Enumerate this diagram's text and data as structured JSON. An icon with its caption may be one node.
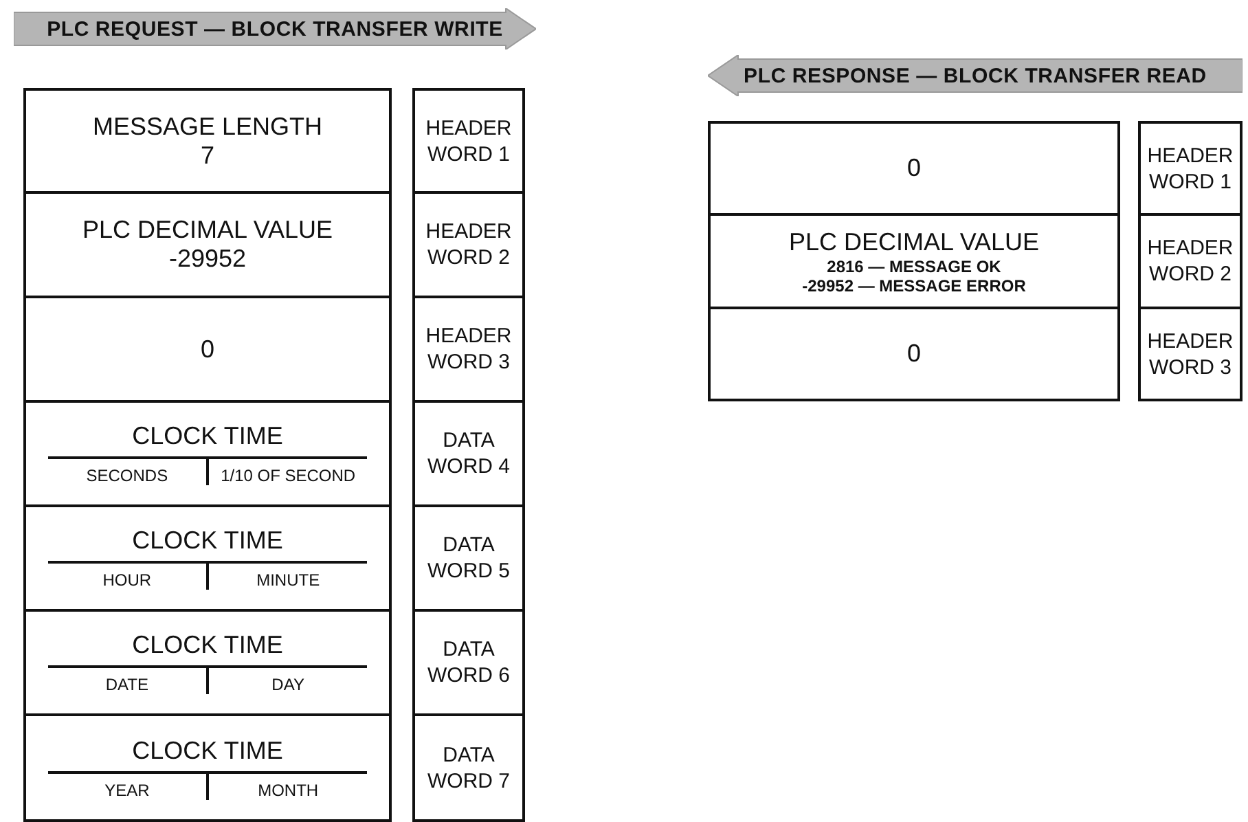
{
  "diagram": {
    "nodes": [
      {
        "text": [
          "PLC REQUEST — BLOCK TRANSFER WRITE"
        ]
      },
      {
        "text": [
          "PLC RESPONSE — BLOCK TRANSFER READ"
        ]
      },
      {
        "text": [
          "MESSAGE LENGTH",
          "7"
        ]
      },
      {
        "text": [
          "PLC DECIMAL VALUE",
          "-29952"
        ]
      },
      {
        "text": [
          "0"
        ]
      },
      {
        "text": [
          "CLOCK TIME",
          "SECONDS",
          "1/10 OF SECOND"
        ]
      },
      {
        "text": [
          "CLOCK TIME",
          "HOUR",
          "MINUTE"
        ]
      },
      {
        "text": [
          "CLOCK TIME",
          "DATE",
          "DAY"
        ]
      },
      {
        "text": [
          "CLOCK TIME",
          "YEAR",
          "MONTH"
        ]
      },
      {
        "text": [
          "HEADER WORD 1"
        ]
      },
      {
        "text": [
          "HEADER WORD 2"
        ]
      },
      {
        "text": [
          "HEADER WORD 3"
        ]
      },
      {
        "text": [
          "DATA WORD 4"
        ]
      },
      {
        "text": [
          "DATA WORD 5"
        ]
      },
      {
        "text": [
          "DATA WORD 6"
        ]
      },
      {
        "text": [
          "DATA WORD 7"
        ]
      },
      {
        "text": [
          "0"
        ]
      },
      {
        "text": [
          "PLC DECIMAL VALUE",
          "2816 — MESSAGE OK",
          "-29952 — MESSAGE ERROR"
        ]
      },
      {
        "text": [
          "0"
        ]
      },
      {
        "text": [
          "HEADER WORD 1"
        ]
      },
      {
        "text": [
          "HEADER WORD 2"
        ]
      },
      {
        "text": [
          "HEADER WORD 3"
        ]
      }
    ],
    "edges": []
  }
}
